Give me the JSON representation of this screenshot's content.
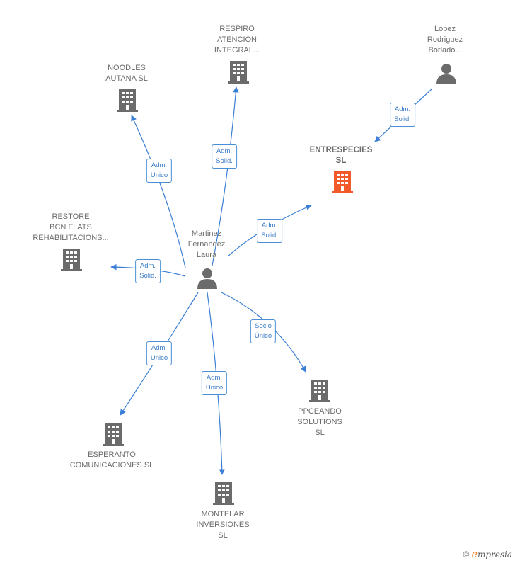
{
  "colors": {
    "edge": "#3a7fd5",
    "node_gray": "#6b6b6b",
    "node_highlight": "#f25a2b"
  },
  "nodes": [
    {
      "id": "center",
      "label": "Martinez\nFernandez\nLaura",
      "type": "person"
    },
    {
      "id": "respiro",
      "label": "RESPIRO\nATENCION\nINTEGRAL...",
      "type": "company"
    },
    {
      "id": "noodles",
      "label": "NOODLES\nAUTANA  SL",
      "type": "company"
    },
    {
      "id": "lopez",
      "label": "Lopez\nRodriguez\nBorlado...",
      "type": "person"
    },
    {
      "id": "entrespecies",
      "label": "ENTRESPECIES\nSL",
      "type": "company",
      "highlight": true
    },
    {
      "id": "restore",
      "label": "RESTORE\nBCN FLATS\nREHABILITACIONS...",
      "type": "company"
    },
    {
      "id": "ppceando",
      "label": "PPCEANDO\nSOLUTIONS\nSL",
      "type": "company"
    },
    {
      "id": "esperanto",
      "label": "ESPERANTO\nCOMUNICACIONES SL",
      "type": "company"
    },
    {
      "id": "montelar",
      "label": "MONTELAR\nINVERSIONES\nSL",
      "type": "company"
    }
  ],
  "edges": [
    {
      "id": "e-noodles",
      "label": "Adm.\nUnico"
    },
    {
      "id": "e-respiro",
      "label": "Adm.\nSolid."
    },
    {
      "id": "e-lopez",
      "label": "Adm.\nSolid."
    },
    {
      "id": "e-entrespecies",
      "label": "Adm.\nSolid."
    },
    {
      "id": "e-restore",
      "label": "Adm.\nSolid."
    },
    {
      "id": "e-ppceando",
      "label": "Socio\nÚnico"
    },
    {
      "id": "e-esperanto",
      "label": "Adm.\nUnico"
    },
    {
      "id": "e-montelar",
      "label": "Adm.\nUnico"
    }
  ],
  "footer": {
    "copyright": "©",
    "brand_e": "e",
    "brand_rest": "mpresia"
  }
}
